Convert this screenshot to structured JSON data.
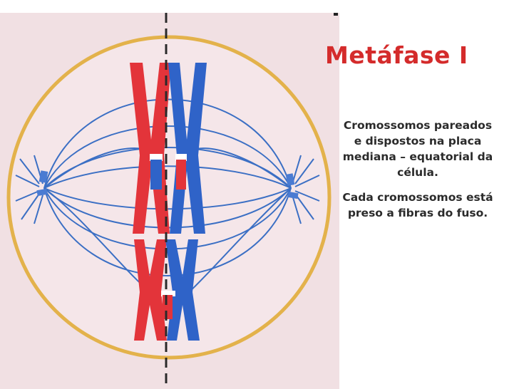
{
  "slide": {
    "title": "Metáfase I",
    "paragraph_1": "Cromossomos pareados e dispostos na placa mediana – equatorial da célula.",
    "paragraph_2": "Cada cromossomos está preso a fibras do fuso.",
    "colors": {
      "title": "#d42b2b",
      "background_illustration": "#f3e3e6",
      "cell_outline": "#e3b24b",
      "chromosome_red": "#e3343a",
      "chromosome_blue": "#2f63c8",
      "spindle_fibers": "#3b6fc4",
      "equator_line": "#2a2a2a"
    }
  }
}
